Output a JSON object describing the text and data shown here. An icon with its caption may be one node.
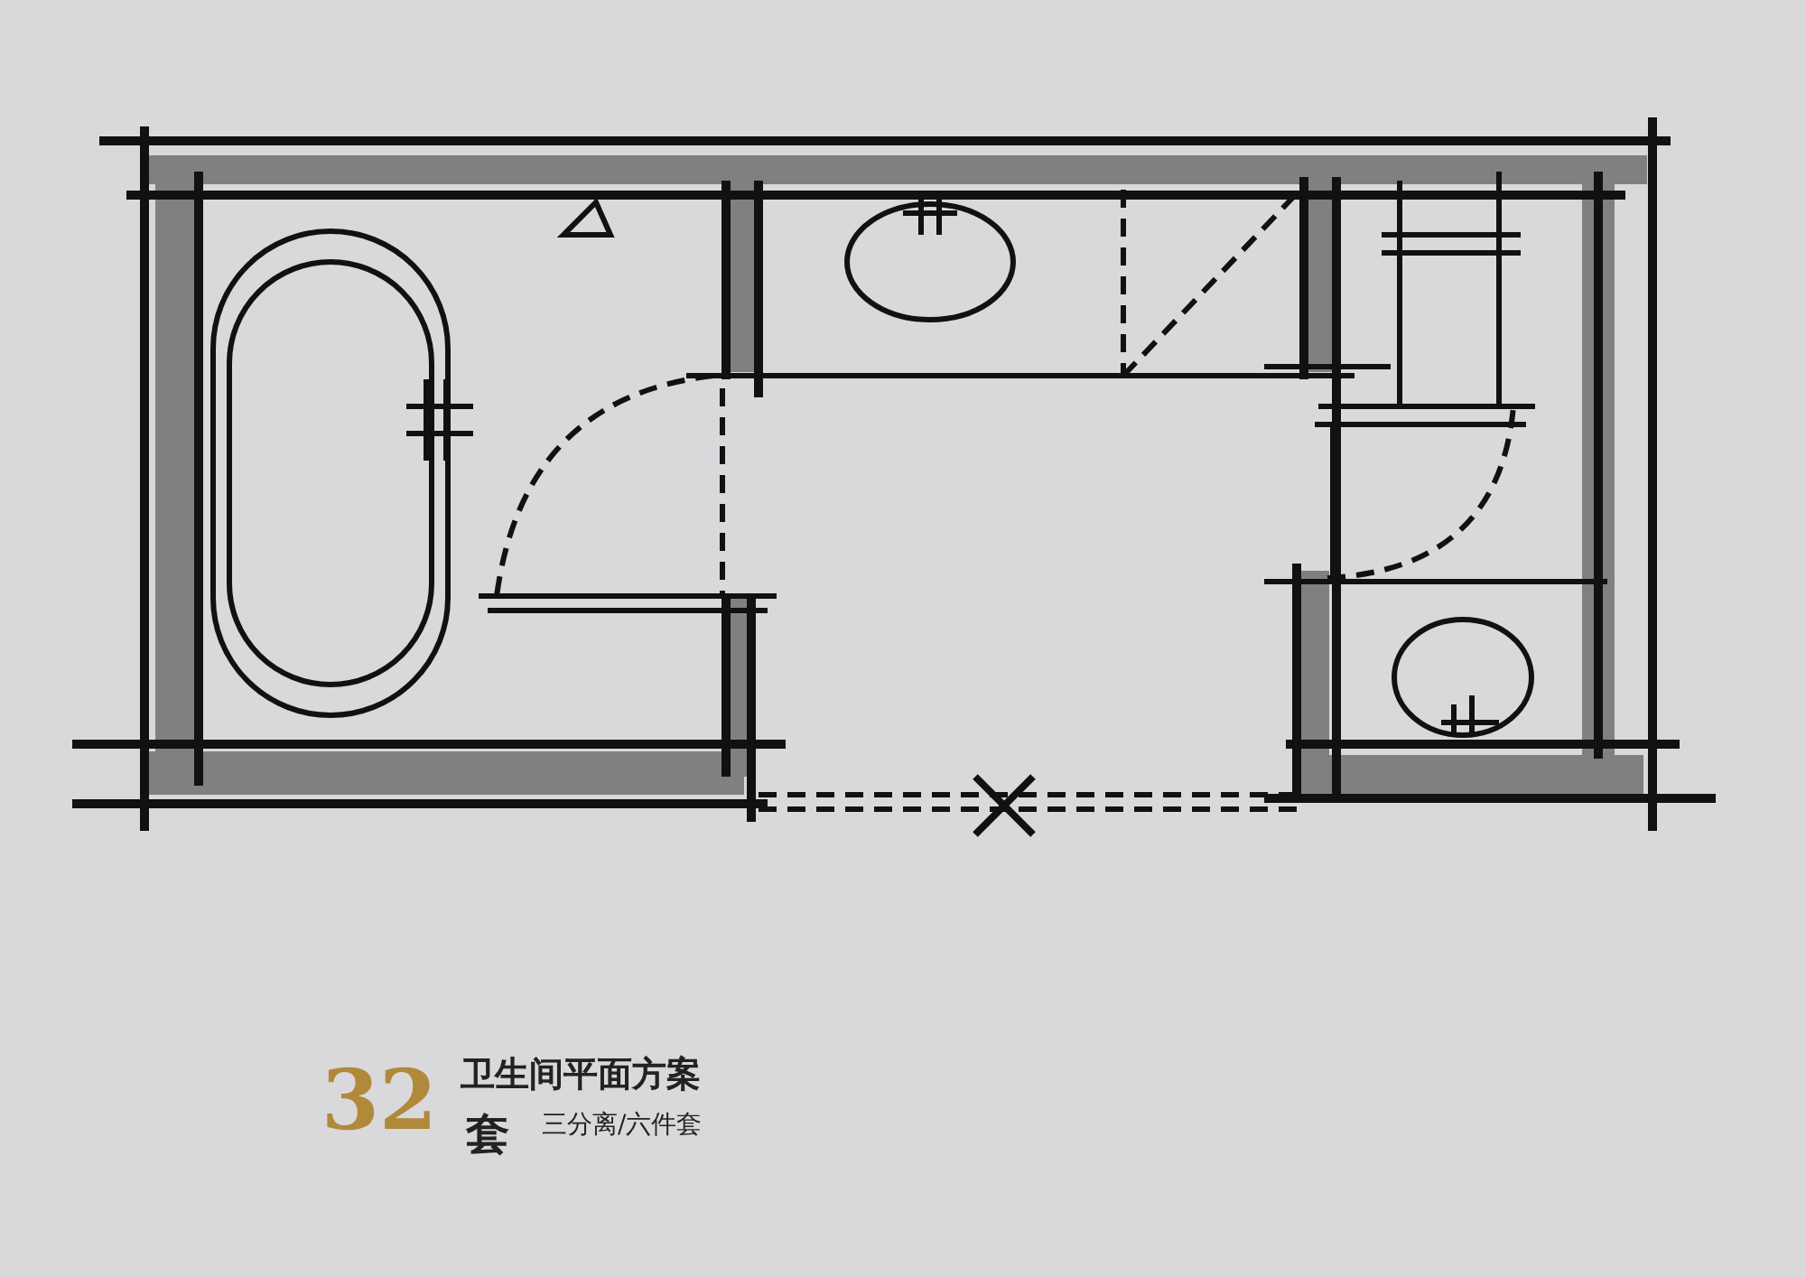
{
  "diagram": {
    "labels": [
      "32",
      "套",
      "卫生间平面方案",
      "三分离/六件套"
    ]
  }
}
